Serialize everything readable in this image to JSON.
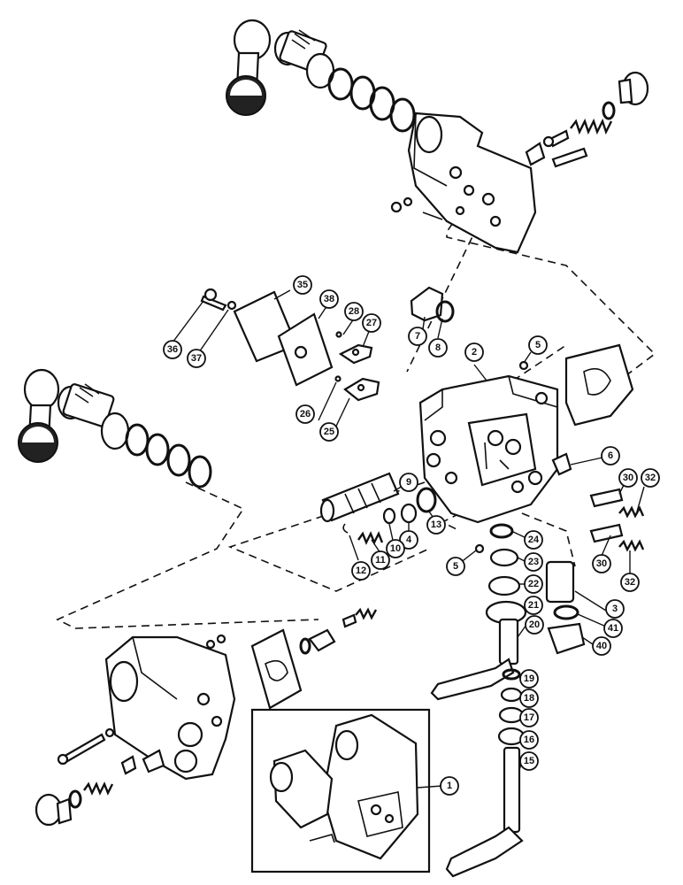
{
  "callouts": [
    {
      "id": "c1",
      "label": "1"
    },
    {
      "id": "c2",
      "label": "2"
    },
    {
      "id": "c3",
      "label": "3"
    },
    {
      "id": "c4",
      "label": "4"
    },
    {
      "id": "c5a",
      "label": "5"
    },
    {
      "id": "c5b",
      "label": "5"
    },
    {
      "id": "c6",
      "label": "6"
    },
    {
      "id": "c7",
      "label": "7"
    },
    {
      "id": "c8",
      "label": "8"
    },
    {
      "id": "c9",
      "label": "9"
    },
    {
      "id": "c10",
      "label": "10"
    },
    {
      "id": "c11",
      "label": "11"
    },
    {
      "id": "c12",
      "label": "12"
    },
    {
      "id": "c13",
      "label": "13"
    },
    {
      "id": "c15",
      "label": "15"
    },
    {
      "id": "c16",
      "label": "16"
    },
    {
      "id": "c17",
      "label": "17"
    },
    {
      "id": "c18",
      "label": "18"
    },
    {
      "id": "c19",
      "label": "19"
    },
    {
      "id": "c20",
      "label": "20"
    },
    {
      "id": "c21",
      "label": "21"
    },
    {
      "id": "c22",
      "label": "22"
    },
    {
      "id": "c23",
      "label": "23"
    },
    {
      "id": "c24",
      "label": "24"
    },
    {
      "id": "c25",
      "label": "25"
    },
    {
      "id": "c26",
      "label": "26"
    },
    {
      "id": "c27",
      "label": "27"
    },
    {
      "id": "c28",
      "label": "28"
    },
    {
      "id": "c30a",
      "label": "30"
    },
    {
      "id": "c30b",
      "label": "30"
    },
    {
      "id": "c32a",
      "label": "32"
    },
    {
      "id": "c32b",
      "label": "32"
    },
    {
      "id": "c35",
      "label": "35"
    },
    {
      "id": "c36",
      "label": "36"
    },
    {
      "id": "c37",
      "label": "37"
    },
    {
      "id": "c38",
      "label": "38"
    },
    {
      "id": "c40",
      "label": "40"
    },
    {
      "id": "c41",
      "label": "41"
    }
  ]
}
